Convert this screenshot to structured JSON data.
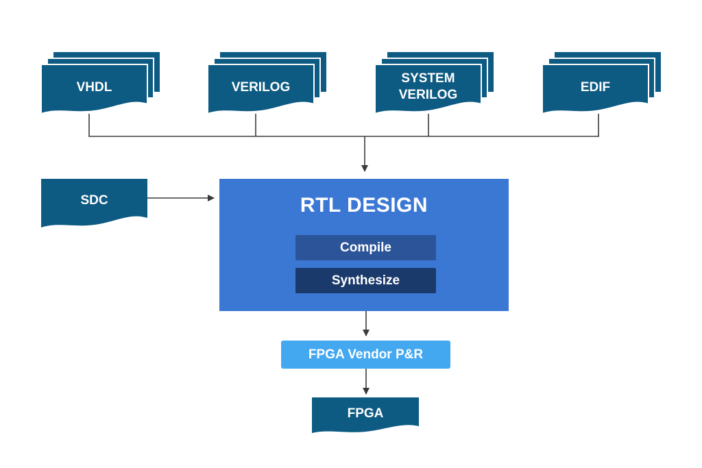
{
  "inputs": [
    {
      "label": "VHDL"
    },
    {
      "label": "VERILOG"
    },
    {
      "label": "SYSTEM\nVERILOG"
    },
    {
      "label": "EDIF"
    }
  ],
  "sdc": {
    "label": "SDC"
  },
  "rtl": {
    "title": "RTL DESIGN",
    "steps": [
      {
        "label": "Compile"
      },
      {
        "label": "Synthesize"
      }
    ]
  },
  "vendor": {
    "label": "FPGA Vendor P&R"
  },
  "output": {
    "label": "FPGA"
  },
  "colors": {
    "document": "#0d5a82",
    "rtl_block": "#3b78d4",
    "compile": "#2c5499",
    "synthesize": "#1b3a6c",
    "vendor": "#44a8f0",
    "connector": "#3a3a3a"
  }
}
